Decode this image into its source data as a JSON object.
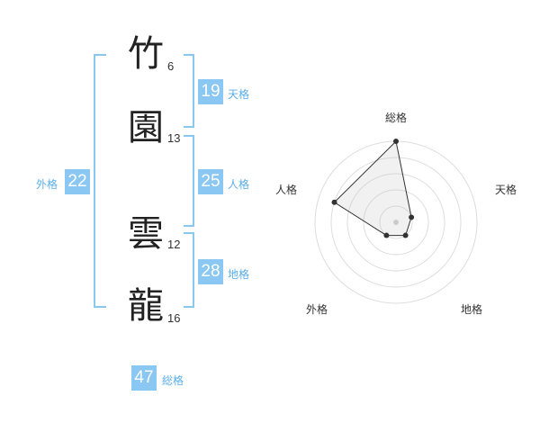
{
  "chars": [
    {
      "kanji": "竹",
      "strokes": "6"
    },
    {
      "kanji": "園",
      "strokes": "13"
    },
    {
      "kanji": "雲",
      "strokes": "12"
    },
    {
      "kanji": "龍",
      "strokes": "16"
    }
  ],
  "kaku": {
    "ten": {
      "value": "19",
      "label": "天格"
    },
    "jin": {
      "value": "25",
      "label": "人格"
    },
    "chi": {
      "value": "28",
      "label": "地格"
    },
    "gai": {
      "value": "22",
      "label": "外格"
    },
    "sou": {
      "value": "47",
      "label": "総格"
    }
  },
  "accent": "#8bc7f3",
  "chart_data": {
    "type": "radar",
    "axes": [
      "総格",
      "天格",
      "地格",
      "外格",
      "人格"
    ],
    "values": [
      5,
      1,
      1,
      1,
      4
    ],
    "range": [
      0,
      5
    ],
    "grid": true,
    "rings": 5
  }
}
